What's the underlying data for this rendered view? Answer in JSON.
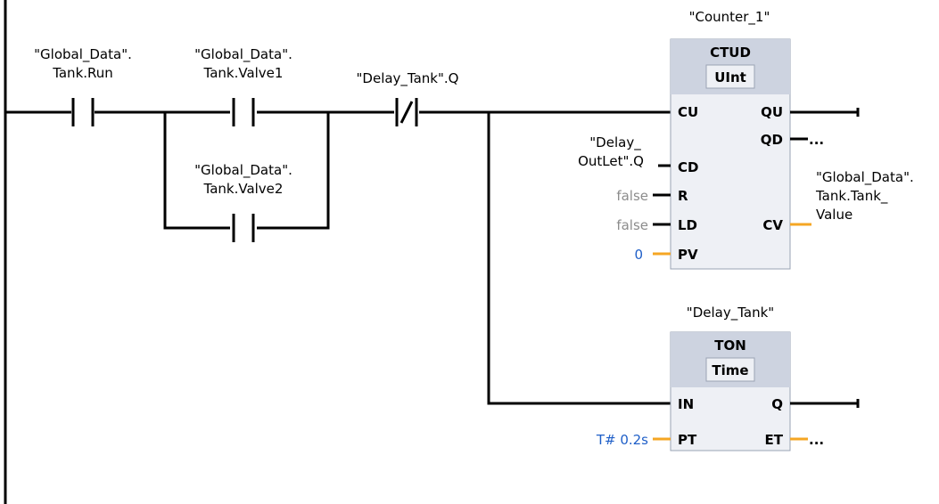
{
  "contacts": {
    "run": {
      "line1": "\"Global_Data\".",
      "line2": "Tank.Run"
    },
    "valve1": {
      "line1": "\"Global_Data\".",
      "line2": "Tank.Valve1"
    },
    "valve2": {
      "line1": "\"Global_Data\".",
      "line2": "Tank.Valve2"
    },
    "delay_q": {
      "line1": "\"Delay_Tank\".Q"
    }
  },
  "counter": {
    "instance": "\"Counter_1\"",
    "type": "CTUD",
    "datatype": "UInt",
    "pins": {
      "cu": "CU",
      "cd": "CD",
      "r": "R",
      "ld": "LD",
      "pv": "PV",
      "qu": "QU",
      "qd": "QD",
      "cv": "CV"
    },
    "cd_param": {
      "line1": "\"Delay_",
      "line2": "OutLet\".Q"
    },
    "r_value": "false",
    "ld_value": "false",
    "pv_value": "0",
    "qd_output": "...",
    "cv_output": {
      "line1": "\"Global_Data\".",
      "line2": "Tank.Tank_",
      "line3": "Value"
    }
  },
  "timer": {
    "instance": "\"Delay_Tank\"",
    "type": "TON",
    "datatype": "Time",
    "pins": {
      "in": "IN",
      "pt": "PT",
      "q": "Q",
      "et": "ET"
    },
    "pt_value": "T# 0.2s",
    "et_output": "..."
  },
  "colors": {
    "wire": "#000000",
    "block_fill": "#eef0f5",
    "block_header": "#cdd3e0",
    "block_border": "#9aa3b4",
    "orange_wire": "#f5a623",
    "constant_blue": "#1f5fc8",
    "gray_text": "#8c8c8c"
  }
}
